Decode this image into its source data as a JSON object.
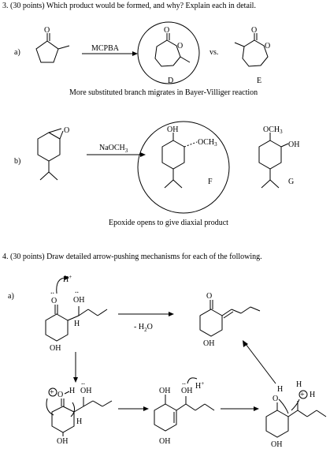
{
  "q3": {
    "title": "3. (30 points) Which product would be formed, and why? Explain each in detail.",
    "part_a": {
      "label": "a)",
      "reagent": "MCPBA",
      "vs": "vs.",
      "product_d": "D",
      "product_e": "E",
      "explanation": "More substituted branch migrates in Bayer-Villiger reaction"
    },
    "part_b": {
      "label": "b)",
      "reagent": "NaOCH3",
      "product_f": "F",
      "product_g": "G",
      "explanation": "Epoxide opens to give diaxial product"
    }
  },
  "q4": {
    "title": "4. (30 points) Draw detailed arrow-pushing mechanisms for each of the following.",
    "part_a": {
      "label": "a)",
      "condition": "- H2O"
    }
  },
  "atoms": {
    "O": "O",
    "OH": "OH",
    "H": "H",
    "H_plus": "H+",
    "OCH3": "OCH3"
  }
}
